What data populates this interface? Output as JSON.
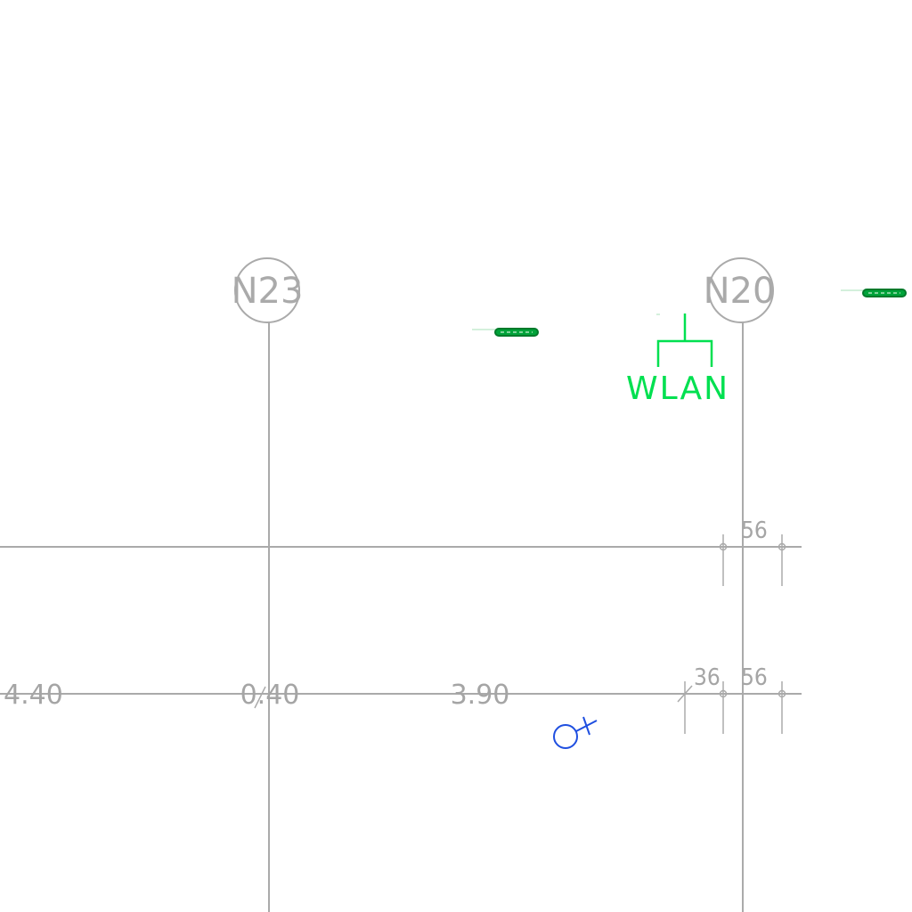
{
  "grid_axes": {
    "n23": "N23",
    "n20": "N20"
  },
  "dimensions": {
    "left": "4.40",
    "mid_axis": "0.40",
    "span": "3.90",
    "small_36": "36",
    "small_56_upper": "56",
    "small_56_lower": "56"
  },
  "annotations": {
    "wlan_label": "WLAN"
  },
  "colors": {
    "grid": "#aaaaaa",
    "wlan": "#00e050",
    "device": "#00a33a",
    "symbol": "#1f4fe0"
  },
  "icons": {
    "access_point": "wlan-access-point-icon",
    "device": "ceiling-device-icon",
    "outlet": "blue-outlet-symbol-icon"
  }
}
